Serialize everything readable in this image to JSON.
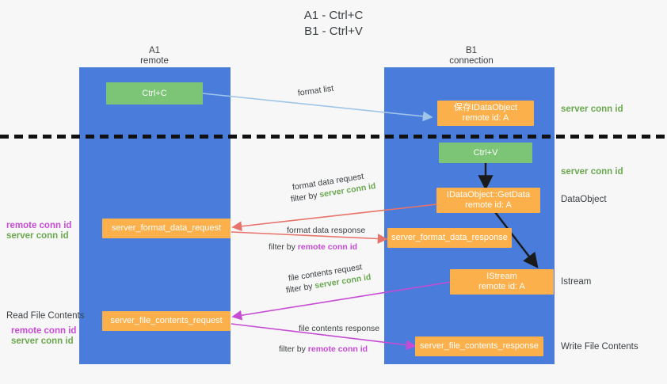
{
  "title": {
    "line1": "A1 - Ctrl+C",
    "line2": "B1 - Ctrl+V"
  },
  "lanes": [
    {
      "name": "A1",
      "sub": "remote"
    },
    {
      "name": "B1",
      "sub": "connection"
    }
  ],
  "nodes": {
    "ctrl_c": "Ctrl+C",
    "ctrl_v": "Ctrl+V",
    "save_dataobject_title": "保存IDataObject",
    "save_dataobject_sub": "remote id: A",
    "getdata_title": "IDataObject::GetData",
    "getdata_sub": "remote id: A",
    "istream_title": "IStream",
    "istream_sub": "remote id: A",
    "server_format_data_request": "server_format_data_request",
    "server_format_data_response": "server_format_data_response",
    "server_file_contents_request": "server_file_contents_request",
    "server_file_contents_response": "server_file_contents_response"
  },
  "side_labels": {
    "server_conn_id_top": "server conn id",
    "server_conn_id_mid": "server conn id",
    "dataobject": "DataObject",
    "istream": "Istream",
    "write_file_contents": "Write File Contents",
    "read_file_contents": "Read File Contents"
  },
  "left_labels": {
    "remote_conn_id_1": "remote conn id",
    "server_conn_id_1": "server conn id",
    "remote_conn_id_2": "remote conn id",
    "server_conn_id_2": "server conn id"
  },
  "edges": {
    "format_list": "format list",
    "format_data_request": "format data request",
    "format_data_request_filter_prefix": "filter by ",
    "format_data_request_filter_value": "server conn id",
    "format_data_response": "format data response",
    "format_data_response_filter_prefix": "filter by ",
    "format_data_response_filter_value": "remote conn id",
    "file_contents_request": "file contents request",
    "file_contents_request_filter_prefix": "filter by ",
    "file_contents_request_filter_value": "server conn id",
    "file_contents_response": "file contents response",
    "file_contents_response_filter_prefix": "filter by ",
    "file_contents_response_filter_value": "remote conn id"
  },
  "colors": {
    "lane": "#4a7ddb",
    "green_node": "#7cc576",
    "orange_node": "#fbb04b",
    "green_text": "#6aa84f",
    "magenta_text": "#c64bd4",
    "blue_arrow": "#9fc5e8",
    "red_arrow": "#e8736a",
    "magenta_arrow": "#c64bd4",
    "black_arrow": "#1a1a1a",
    "background": "#f7f7f7"
  }
}
